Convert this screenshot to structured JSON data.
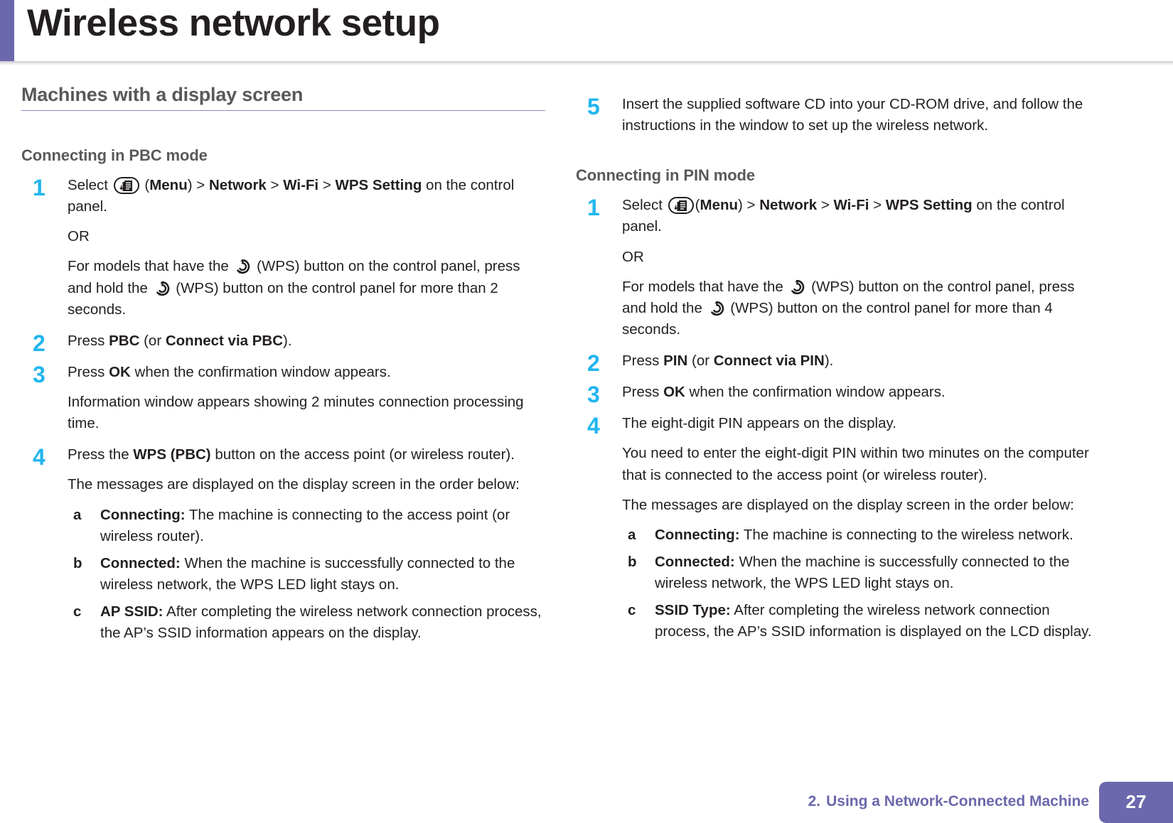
{
  "page": {
    "title": "Wireless network setup",
    "accent_color": "#6b68ad",
    "step_number_color": "#22b5ef",
    "heading_color": "#58595b"
  },
  "section": {
    "heading": "Machines with a display screen"
  },
  "left_column": {
    "subheading": "Connecting in PBC mode",
    "steps": [
      {
        "number": "1",
        "paragraphs": [
          {
            "parts": [
              {
                "text": "Select "
              },
              {
                "icon": "menu-icon"
              },
              {
                "text": " ("
              },
              {
                "text": "Menu",
                "bold": true
              },
              {
                "text": ") > "
              },
              {
                "text": "Network",
                "bold": true
              },
              {
                "text": " > "
              },
              {
                "text": "Wi-Fi",
                "bold": true
              },
              {
                "text": " > "
              },
              {
                "text": "WPS Setting",
                "bold": true
              },
              {
                "text": " on the control panel."
              }
            ]
          },
          {
            "parts": [
              {
                "text": "OR"
              }
            ]
          },
          {
            "parts": [
              {
                "text": "For models that have the "
              },
              {
                "icon": "wps-icon"
              },
              {
                "text": " (WPS) button on the control panel, press and hold the "
              },
              {
                "icon": "wps-icon"
              },
              {
                "text": " (WPS) button on the control panel for more than 2 seconds."
              }
            ]
          }
        ]
      },
      {
        "number": "2",
        "paragraphs": [
          {
            "parts": [
              {
                "text": "Press "
              },
              {
                "text": "PBC",
                "bold": true
              },
              {
                "text": " (or "
              },
              {
                "text": "Connect via PBC",
                "bold": true
              },
              {
                "text": ")."
              }
            ]
          }
        ]
      },
      {
        "number": "3",
        "paragraphs": [
          {
            "parts": [
              {
                "text": "Press "
              },
              {
                "text": "OK",
                "bold": true
              },
              {
                "text": " when the confirmation window appears."
              }
            ]
          },
          {
            "parts": [
              {
                "text": "Information window appears showing 2 minutes connection processing time."
              }
            ]
          }
        ]
      },
      {
        "number": "4",
        "paragraphs": [
          {
            "parts": [
              {
                "text": "Press the "
              },
              {
                "text": "WPS (PBC)",
                "bold": true
              },
              {
                "text": " button on the access point (or wireless router)."
              }
            ]
          },
          {
            "parts": [
              {
                "text": "The messages are displayed on the display screen in the order below:"
              }
            ]
          }
        ],
        "sublist": [
          {
            "letter": "a",
            "term": "Connecting:",
            "text": " The machine is connecting to the access point (or wireless router)."
          },
          {
            "letter": "b",
            "term": "Connected:",
            "text": " When the machine is successfully connected to the wireless network, the WPS LED light stays on."
          },
          {
            "letter": "c",
            "term": "AP SSID:",
            "text": " After completing the wireless network connection process, the AP’s SSID information appears on the display."
          }
        ]
      }
    ]
  },
  "right_column": {
    "top_step": {
      "number": "5",
      "paragraphs": [
        {
          "parts": [
            {
              "text": "Insert the supplied software CD into your CD-ROM drive, and follow the instructions in the window to set up the wireless network."
            }
          ]
        }
      ]
    },
    "subheading": "Connecting in PIN mode",
    "steps": [
      {
        "number": "1",
        "paragraphs": [
          {
            "parts": [
              {
                "text": "Select "
              },
              {
                "icon": "menu-icon"
              },
              {
                "text": "("
              },
              {
                "text": "Menu",
                "bold": true
              },
              {
                "text": ") > "
              },
              {
                "text": "Network",
                "bold": true
              },
              {
                "text": " > "
              },
              {
                "text": "Wi-Fi",
                "bold": true
              },
              {
                "text": " > "
              },
              {
                "text": "WPS Setting",
                "bold": true
              },
              {
                "text": " on the control panel."
              }
            ]
          },
          {
            "parts": [
              {
                "text": "OR"
              }
            ]
          },
          {
            "parts": [
              {
                "text": "For models that have the "
              },
              {
                "icon": "wps-icon"
              },
              {
                "text": " (WPS) button on the control panel, press and hold the "
              },
              {
                "icon": "wps-icon"
              },
              {
                "text": " (WPS) button on the control panel for more than 4 seconds."
              }
            ]
          }
        ]
      },
      {
        "number": "2",
        "paragraphs": [
          {
            "parts": [
              {
                "text": "Press "
              },
              {
                "text": "PIN",
                "bold": true
              },
              {
                "text": " (or "
              },
              {
                "text": "Connect via PIN",
                "bold": true
              },
              {
                "text": ")."
              }
            ]
          }
        ]
      },
      {
        "number": "3",
        "paragraphs": [
          {
            "parts": [
              {
                "text": "Press "
              },
              {
                "text": "OK",
                "bold": true
              },
              {
                "text": " when the confirmation window appears."
              }
            ]
          }
        ]
      },
      {
        "number": "4",
        "paragraphs": [
          {
            "parts": [
              {
                "text": "The eight-digit PIN appears on the display."
              }
            ]
          },
          {
            "parts": [
              {
                "text": "You need to enter the eight-digit PIN within two minutes on the computer that is connected to the access point (or wireless router)."
              }
            ]
          },
          {
            "parts": [
              {
                "text": "The messages are displayed on the display screen in the order below:"
              }
            ]
          }
        ],
        "sublist": [
          {
            "letter": "a",
            "term": "Connecting:",
            "text": " The machine is connecting to the wireless network."
          },
          {
            "letter": "b",
            "term": "Connected:",
            "text": " When the machine is successfully connected to the wireless network, the WPS LED light stays on."
          },
          {
            "letter": "c",
            "term": "SSID Type:",
            "text": " After completing the wireless network connection process, the AP’s SSID information is displayed on the LCD display."
          }
        ]
      }
    ]
  },
  "footer": {
    "section_number": "2.",
    "section_title": "Using a Network-Connected Machine",
    "page_number": "27"
  }
}
